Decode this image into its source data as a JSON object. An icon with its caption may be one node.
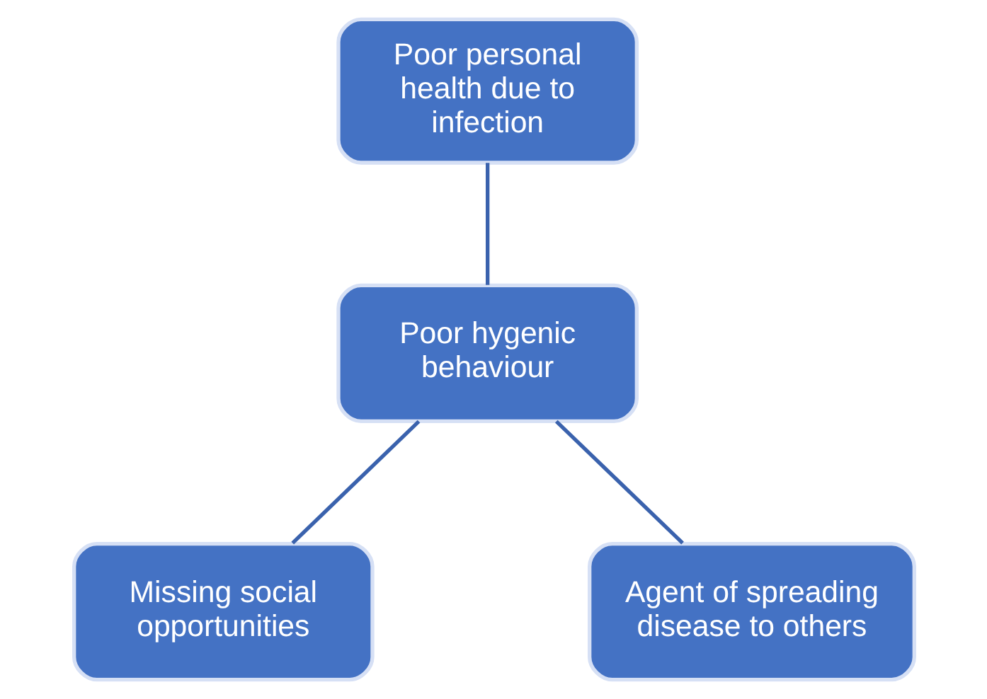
{
  "diagram": {
    "nodes": [
      {
        "text": [
          "Poor personal health due to infection"
        ]
      },
      {
        "text": [
          "Poor hygenic behaviour"
        ]
      },
      {
        "text": [
          "Missing social opportunities"
        ]
      },
      {
        "text": [
          "Agent of spreading disease to others"
        ]
      }
    ],
    "edges": [
      {
        "from": 0,
        "to": 1,
        "arrow": "none"
      },
      {
        "from": 1,
        "to": 2,
        "arrow": "none"
      },
      {
        "from": 1,
        "to": 3,
        "arrow": "none"
      }
    ]
  }
}
